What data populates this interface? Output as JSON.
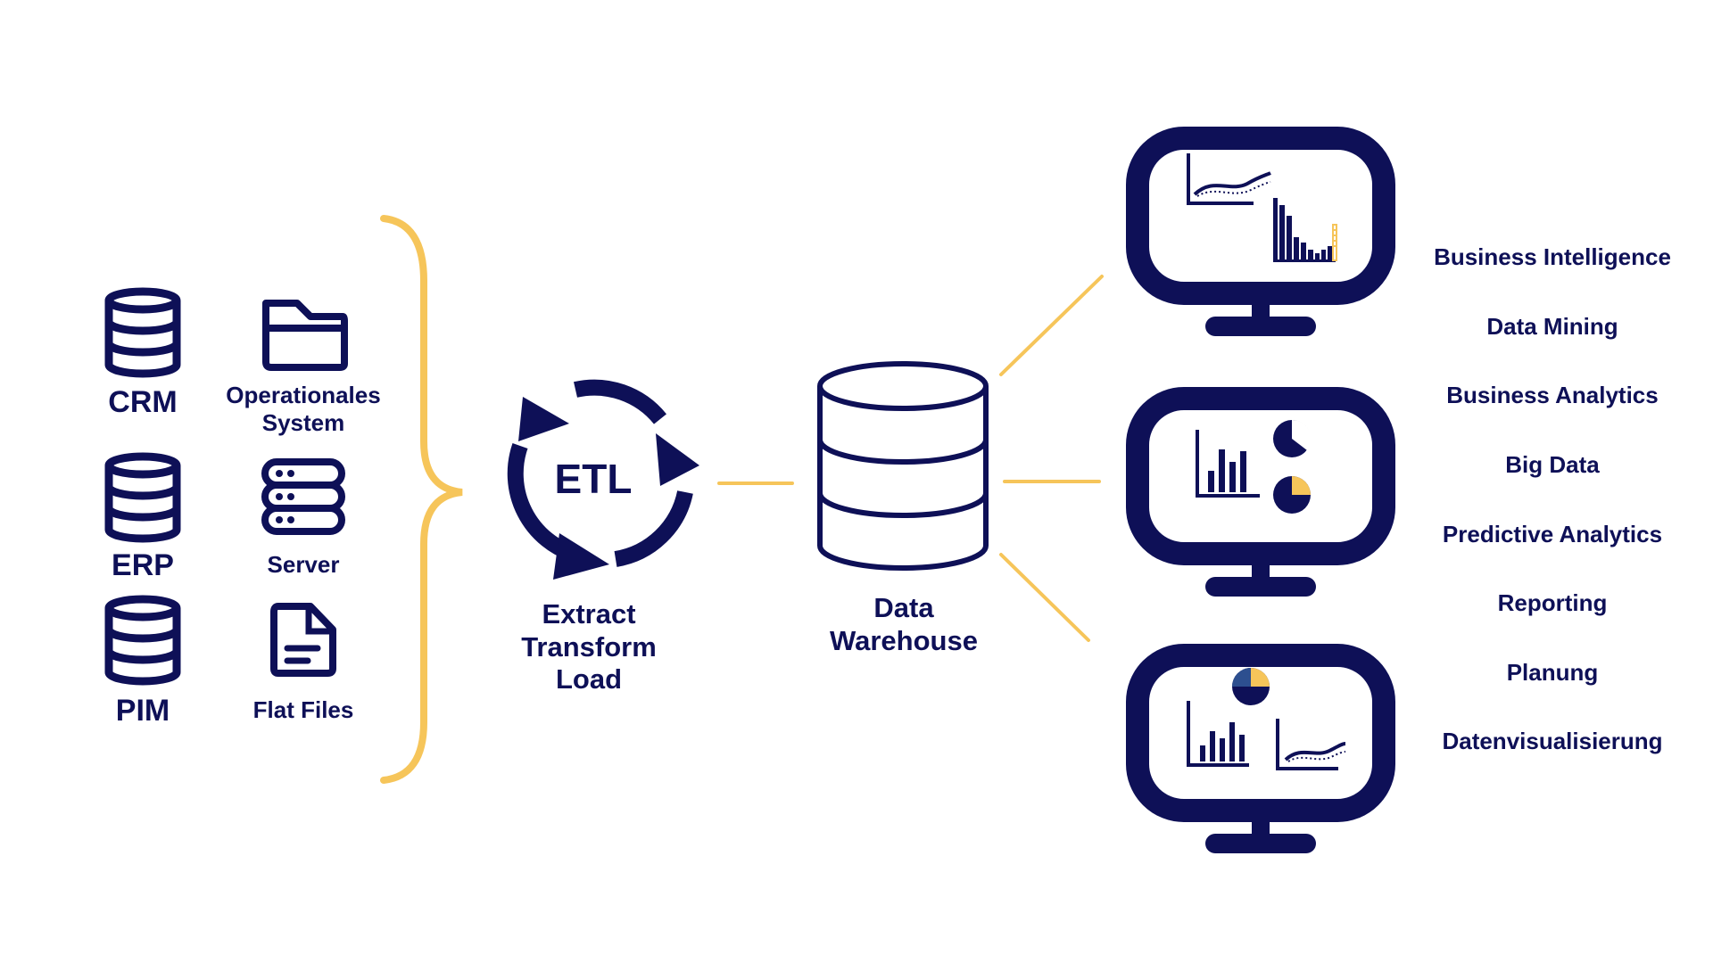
{
  "colors": {
    "navy": "#0e1057",
    "accent": "#f6c55a",
    "background": "#ffffff"
  },
  "sources": [
    {
      "label": "CRM",
      "icon": "database-icon"
    },
    {
      "label": "Operationales\nSystem",
      "icon": "folder-icon"
    },
    {
      "label": "ERP",
      "icon": "database-icon"
    },
    {
      "label": "Server",
      "icon": "server-icon"
    },
    {
      "label": "PIM",
      "icon": "database-icon"
    },
    {
      "label": "Flat Files",
      "icon": "file-icon"
    }
  ],
  "etl": {
    "label": "ETL",
    "description": "Extract\nTransform\nLoad"
  },
  "warehouse": {
    "label": "Data\nWarehouse"
  },
  "uses": [
    "Business Intelligence",
    "Data Mining",
    "Business Analytics",
    "Big Data",
    "Predictive Analytics",
    "Reporting",
    "Planung",
    "Datenvisualisierung"
  ]
}
